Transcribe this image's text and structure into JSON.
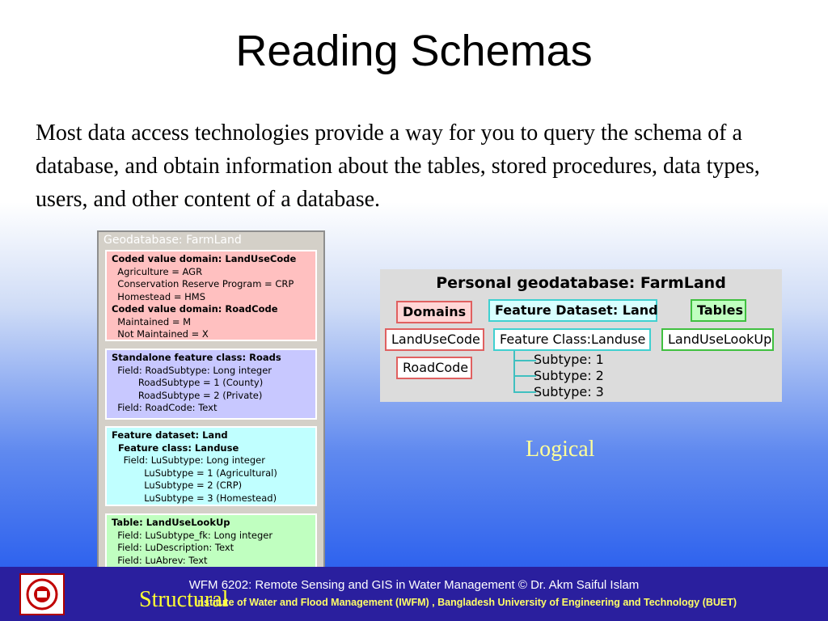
{
  "slide": {
    "title": "Reading Schemas",
    "paragraph": "Most data access technologies provide a way for you to query the schema of a database, and obtain information about the tables, stored procedures, data types, users, and other content of a database.",
    "logical_caption": "Logical",
    "structural_caption": "Structural"
  },
  "structural": {
    "title": "Geodatabase: FarmLand",
    "boxes": [
      {
        "lines": [
          {
            "text": "Coded value domain: LandUseCode",
            "bold": true
          },
          {
            "text": "  Agriculture = AGR"
          },
          {
            "text": "  Conservation Reserve Program = CRP"
          },
          {
            "text": "  Homestead = HMS"
          },
          {
            "text": "Coded value domain: RoadCode",
            "bold": true
          },
          {
            "text": "  Maintained = M"
          },
          {
            "text": "  Not Maintained = X"
          }
        ]
      },
      {
        "lines": [
          {
            "text": "Standalone feature class: Roads",
            "bold": true
          },
          {
            "text": "  Field: RoadSubtype: Long integer"
          },
          {
            "text": "         RoadSubtype = 1 (County)"
          },
          {
            "text": "         RoadSubtype = 2 (Private)"
          },
          {
            "text": "  Field: RoadCode: Text"
          }
        ]
      },
      {
        "lines": [
          {
            "text": "Feature dataset: Land",
            "bold": true
          },
          {
            "text": "  Feature class: Landuse",
            "bold": true
          },
          {
            "text": "    Field: LuSubtype: Long integer"
          },
          {
            "text": "           LuSubtype = 1 (Agricultural)"
          },
          {
            "text": "           LuSubtype = 2 (CRP)"
          },
          {
            "text": "           LuSubtype = 3 (Homestead)"
          }
        ]
      },
      {
        "lines": [
          {
            "text": "Table: LandUseLookUp",
            "bold": true
          },
          {
            "text": "  Field: LuSubtype_fk: Long integer"
          },
          {
            "text": "  Field: LuDescription: Text"
          },
          {
            "text": "  Field: LuAbrev: Text"
          }
        ]
      }
    ]
  },
  "logical": {
    "title": "Personal geodatabase: FarmLand",
    "domains": "Domains",
    "feature_dataset": "Feature Dataset: Land",
    "tables": "Tables",
    "landusecode": "LandUseCode",
    "roadcode": "RoadCode",
    "feature_class": "Feature Class:Landuse",
    "lookup": "LandUseLookUp",
    "subtypes": [
      "Subtype: 1",
      "Subtype: 2",
      "Subtype: 3"
    ],
    "colors": {
      "domains": "#e06060",
      "feature": "#40d0d0",
      "tables": "#40c040"
    }
  },
  "footer": {
    "line1": "WFM 6202: Remote Sensing and GIS in Water Management © Dr. Akm Saiful Islam",
    "line2": "Institute of Water and Flood Management (IWFM) , Bangladesh University of Engineering and Technology (BUET)"
  }
}
